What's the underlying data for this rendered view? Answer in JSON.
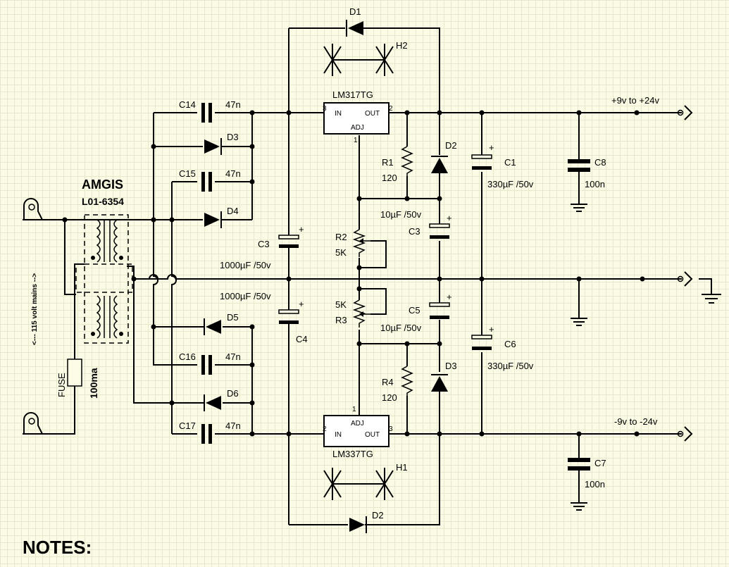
{
  "transformer": {
    "brand": "AMGIS",
    "part": "L01-6354"
  },
  "mains_label": "<--- 115 volt mains -->",
  "fuse": {
    "label": "FUSE",
    "value": "100ma"
  },
  "regulators": {
    "positive": "LM317TG",
    "negative": "LM337TG",
    "pin_in": "IN",
    "pin_out": "OUT",
    "pin_adj": "ADJ"
  },
  "pins": {
    "p1": "1",
    "p2": "2",
    "p3": "3"
  },
  "heatsinks": {
    "top": "H2",
    "bottom": "H1"
  },
  "diodes": {
    "d1": "D1",
    "d2_bottom": "D2",
    "d2": "D2",
    "d3": "D3",
    "d3_rect": "D3",
    "d4": "D4",
    "d5": "D5",
    "d6": "D6"
  },
  "capacitors": {
    "c14": "C14",
    "c15": "C15",
    "c16": "C16",
    "c17": "C17",
    "snubber_value": "47n",
    "c3_filter": "C3",
    "c4": "C4",
    "c3_filter_value": "1000µF /50v",
    "c4_value": "1000µF /50v",
    "c3_adj": "C3",
    "c5": "C5",
    "c3_adj_value": "10µF /50v",
    "c5_value": "10µF /50v",
    "c1": "C1",
    "c6": "C6",
    "c1_value": "330µF /50v",
    "c6_value": "330µF /50v",
    "c8": "C8",
    "c7": "C7",
    "c8_value": "100n",
    "c7_value": "100n"
  },
  "resistors": {
    "r1": "R1",
    "r1_value": "120",
    "r4": "R4",
    "r4_value": "120",
    "r2": "R2",
    "r2_value": "5K",
    "r3": "R3",
    "r3_value": "5K"
  },
  "outputs": {
    "positive": "+9v to +24v",
    "negative": "-9v to -24v"
  },
  "notes_heading": "NOTES:"
}
